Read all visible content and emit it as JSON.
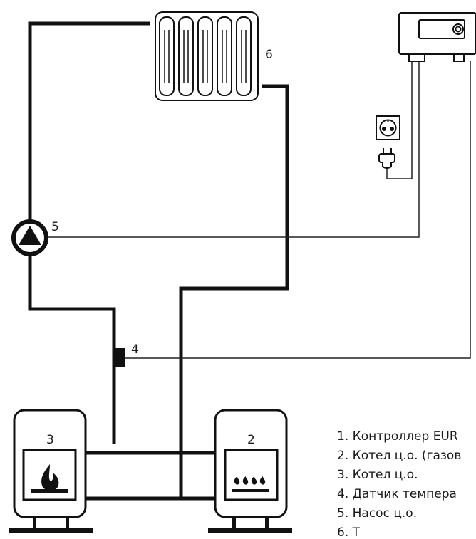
{
  "diagram": {
    "labels": {
      "radiator": "6",
      "pump": "5",
      "sensor": "4",
      "boiler_left": "3",
      "boiler_right": "2"
    },
    "legend": [
      "1. Контроллер EUR",
      "2. Котел ц.о. (газов",
      "3. Котел ц.о.",
      "4. Датчик темпера",
      "5. Насос ц.о.",
      "6. Т"
    ]
  }
}
